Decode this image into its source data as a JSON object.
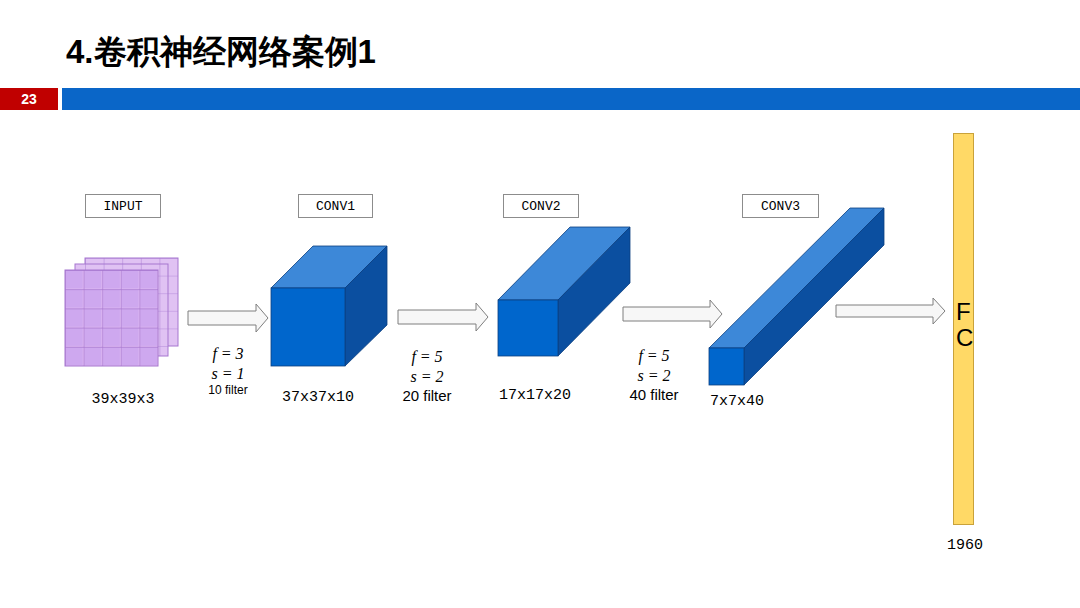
{
  "diagram": {
    "title": "4.卷积神经网络案例1",
    "nodes": [
      {
        "text": [
          "INPUT"
        ]
      },
      {
        "text": [
          "CONV1"
        ]
      },
      {
        "text": [
          "CONV2"
        ]
      },
      {
        "text": [
          "CONV3"
        ]
      },
      {
        "text": [
          "FC"
        ]
      }
    ],
    "labels": [
      "23",
      "f = 3",
      "s = 1",
      "10 filter",
      "39x39x3",
      "37x37x10",
      "f = 5",
      "s = 2",
      "20 filter",
      "17x17x20",
      "f = 5",
      "s = 2",
      "40 filter",
      "7x7x40",
      "1960"
    ]
  }
}
